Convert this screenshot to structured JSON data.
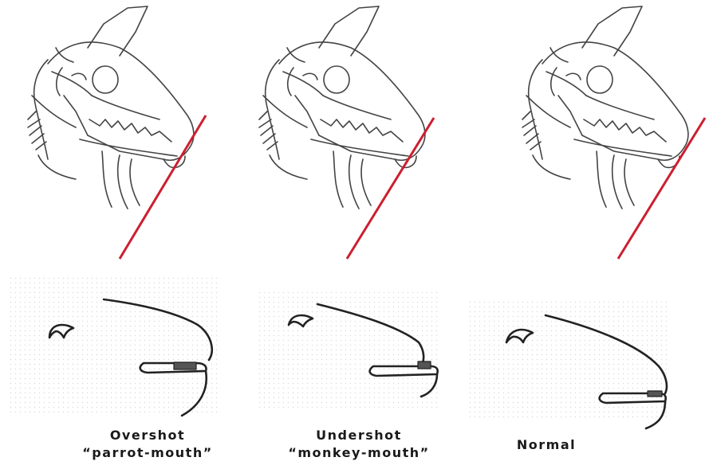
{
  "panels": [
    {
      "id": "overshot",
      "caption_line1": "Overshot",
      "caption_line2": "“parrot-mouth”"
    },
    {
      "id": "undershot",
      "caption_line1": "Undershot",
      "caption_line2": "“monkey-mouth”"
    },
    {
      "id": "normal",
      "caption_line1": "Normal"
    }
  ],
  "colors": {
    "line": "#cc1f2f",
    "ink": "#222222",
    "sketch": "#444444",
    "panel_bg": "#f1f1f1"
  }
}
